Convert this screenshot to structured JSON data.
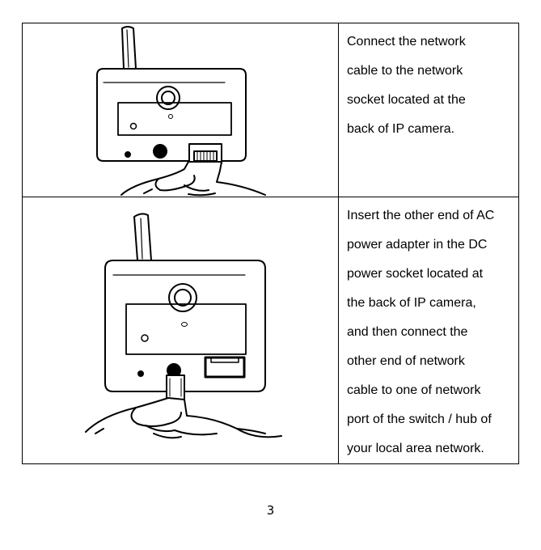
{
  "steps": [
    {
      "figure_icon": "ip-camera-network-cable-icon",
      "lines": [
        "Connect the network",
        "cable to the network",
        "socket located at the",
        "back of IP camera."
      ]
    },
    {
      "figure_icon": "ip-camera-power-adapter-icon",
      "lines": [
        "Insert the other end of AC",
        "power adapter in the DC",
        "power socket located at",
        "the back of IP camera,",
        "and then connect the",
        "other end of network",
        "cable to one of network",
        "port of the switch / hub of",
        "your local area network."
      ]
    }
  ],
  "page_number": "3"
}
